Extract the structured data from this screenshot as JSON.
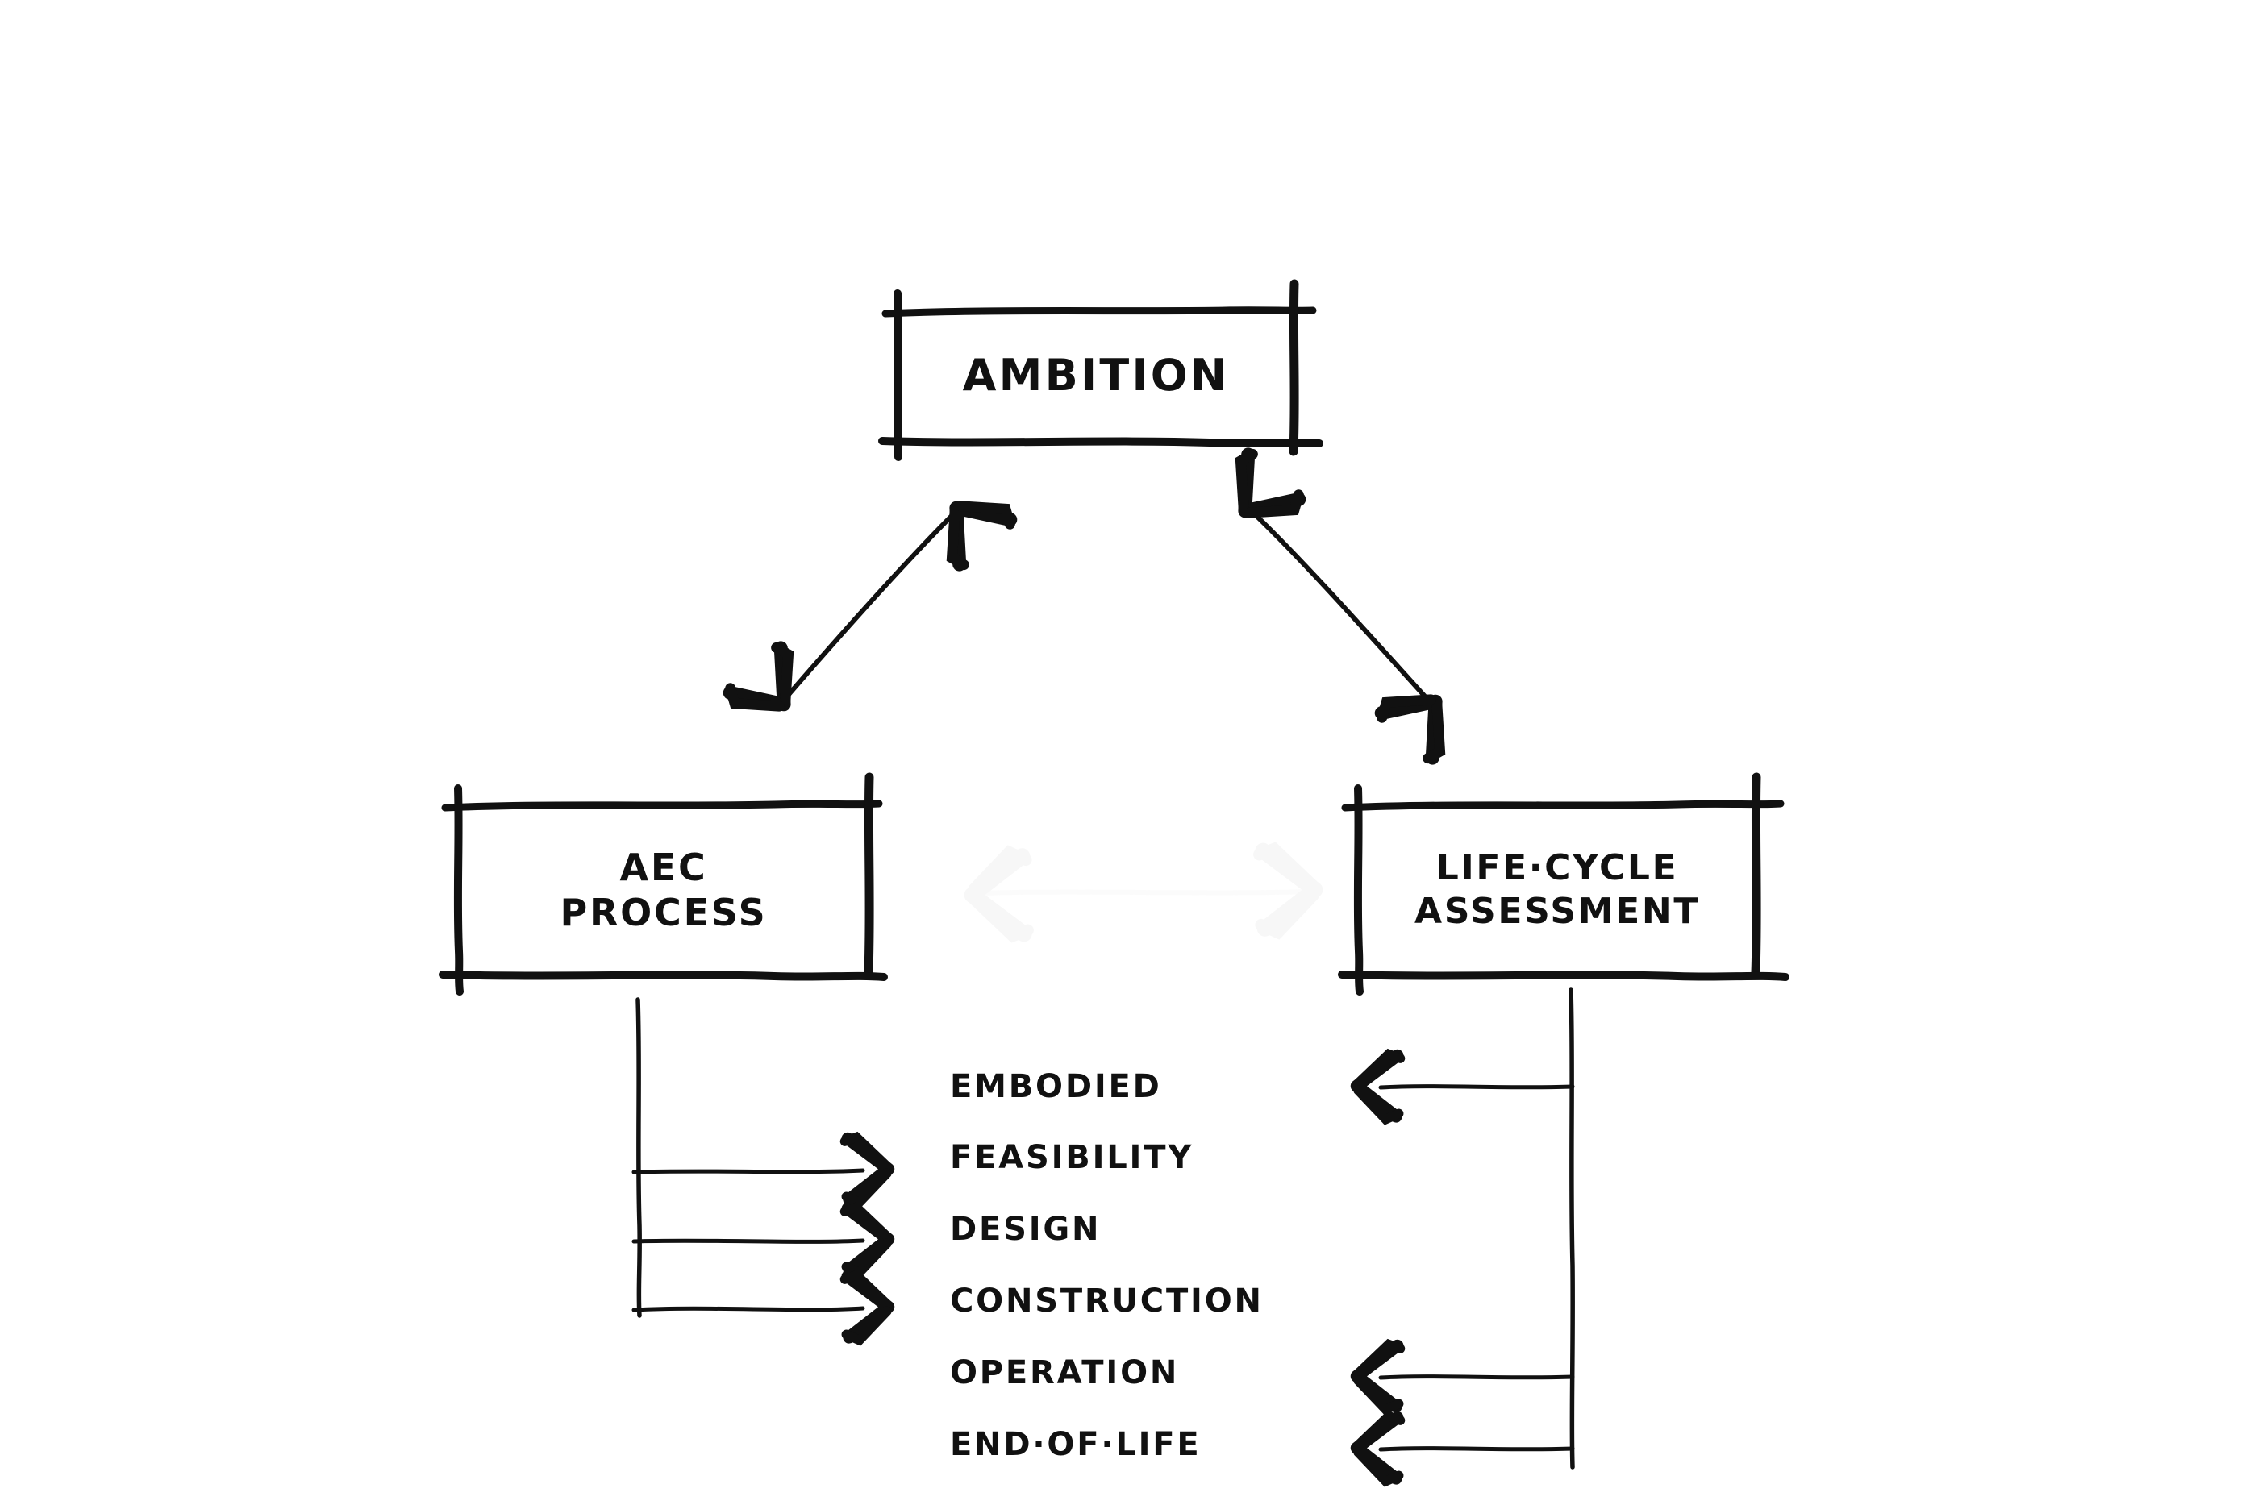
{
  "diagram": {
    "title_node": {
      "label": "AMBITION"
    },
    "left_node": {
      "line1": "AEC",
      "line2": "PROCESS"
    },
    "right_node": {
      "line1": "LIFE·CYCLE",
      "line2": "ASSESSMENT"
    },
    "stages": [
      {
        "label": "EMBODIED",
        "from": "life-cycle-assessment",
        "direction": "left"
      },
      {
        "label": "FEASIBILITY",
        "from": "aec-process",
        "direction": "right"
      },
      {
        "label": "DESIGN",
        "from": "aec-process",
        "direction": "right"
      },
      {
        "label": "CONSTRUCTION",
        "from": "aec-process",
        "direction": "right"
      },
      {
        "label": "OPERATION",
        "from": "life-cycle-assessment",
        "direction": "left"
      },
      {
        "label": "END·OF·LIFE",
        "from": "life-cycle-assessment",
        "direction": "left"
      }
    ],
    "connectors": [
      {
        "name": "ambition-to-aec-process",
        "type": "double-headed-arrow"
      },
      {
        "name": "ambition-to-life-cycle-assessment",
        "type": "double-headed-arrow"
      }
    ],
    "colors": {
      "ink": "#111111",
      "background": "#ffffff",
      "ghost": "#fcfcfc"
    }
  }
}
